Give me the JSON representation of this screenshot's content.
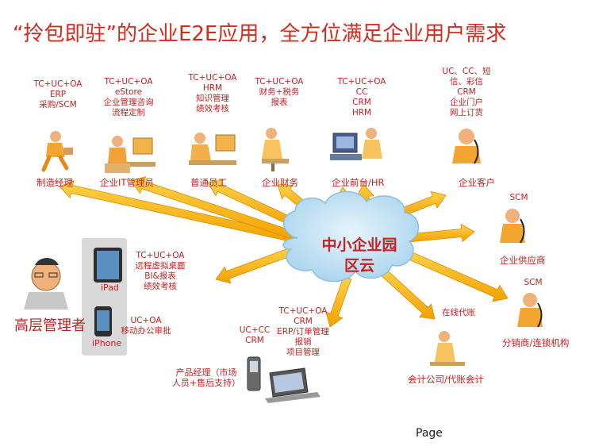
{
  "title": "“拎包即驻”的企业E2E应用，全方位满足企业用户需求",
  "center": {
    "line1": "中小企业园",
    "line2": "区云"
  },
  "nodes": {
    "manufacturing": {
      "lines": [
        "TC+UC+OA",
        "ERP",
        "采购/SCM"
      ],
      "name": "制造经理"
    },
    "it_admin": {
      "lines": [
        "TC+UC+OA",
        "eStore",
        "企业管理咨询",
        "流程定制"
      ],
      "name": "企业IT管理员"
    },
    "employee": {
      "lines": [
        "TC+UC+OA",
        "HRM",
        "知识管理",
        "绩效考核"
      ],
      "name": "普通员工"
    },
    "finance": {
      "lines": [
        "TC+UC+OA",
        "财务+税务",
        "报表"
      ],
      "name": "企业财务"
    },
    "front_desk": {
      "lines": [
        "TC+UC+OA",
        "CC",
        "CRM",
        "HRM"
      ],
      "name": "企业前台/HR"
    },
    "customer": {
      "lines": [
        "UC、CC、短",
        "信、彩信",
        "CRM",
        "企业门户",
        "网上订货"
      ],
      "name": "企业客户"
    },
    "supplier": {
      "lines": [
        "SCM"
      ],
      "name": "企业供应商"
    },
    "distributor": {
      "lines": [
        "SCM"
      ],
      "name": "分销商/连锁机构"
    },
    "accounting": {
      "lines": [
        "在线代账"
      ],
      "name": "会计公司/代账会计"
    },
    "product_mgr": {
      "lines_right": [
        "TC+UC+OA",
        "CRM",
        "ERP/订单管理",
        "报销",
        "项目管理"
      ],
      "lines_left": [
        "UC+CC",
        "CRM"
      ],
      "name1": "产品经理（市场",
      "name2": "人员+售后支持）"
    },
    "executive": {
      "name": "高层管理者",
      "ipad_label": "iPad",
      "iphone_label": "iPhone",
      "ipad_lines": [
        "TC+UC+OA",
        "远程虚拟桌面",
        "BI&报表",
        "绩效考核"
      ],
      "iphone_lines": [
        "UC+OA",
        "移动办公审批"
      ]
    }
  },
  "footer": "Page",
  "colors": {
    "title": "#d52b1e",
    "text": "#c62020",
    "arrow": "#f7b500",
    "arrow_edge": "#e08a00",
    "cloud": "#bfe0f3"
  }
}
